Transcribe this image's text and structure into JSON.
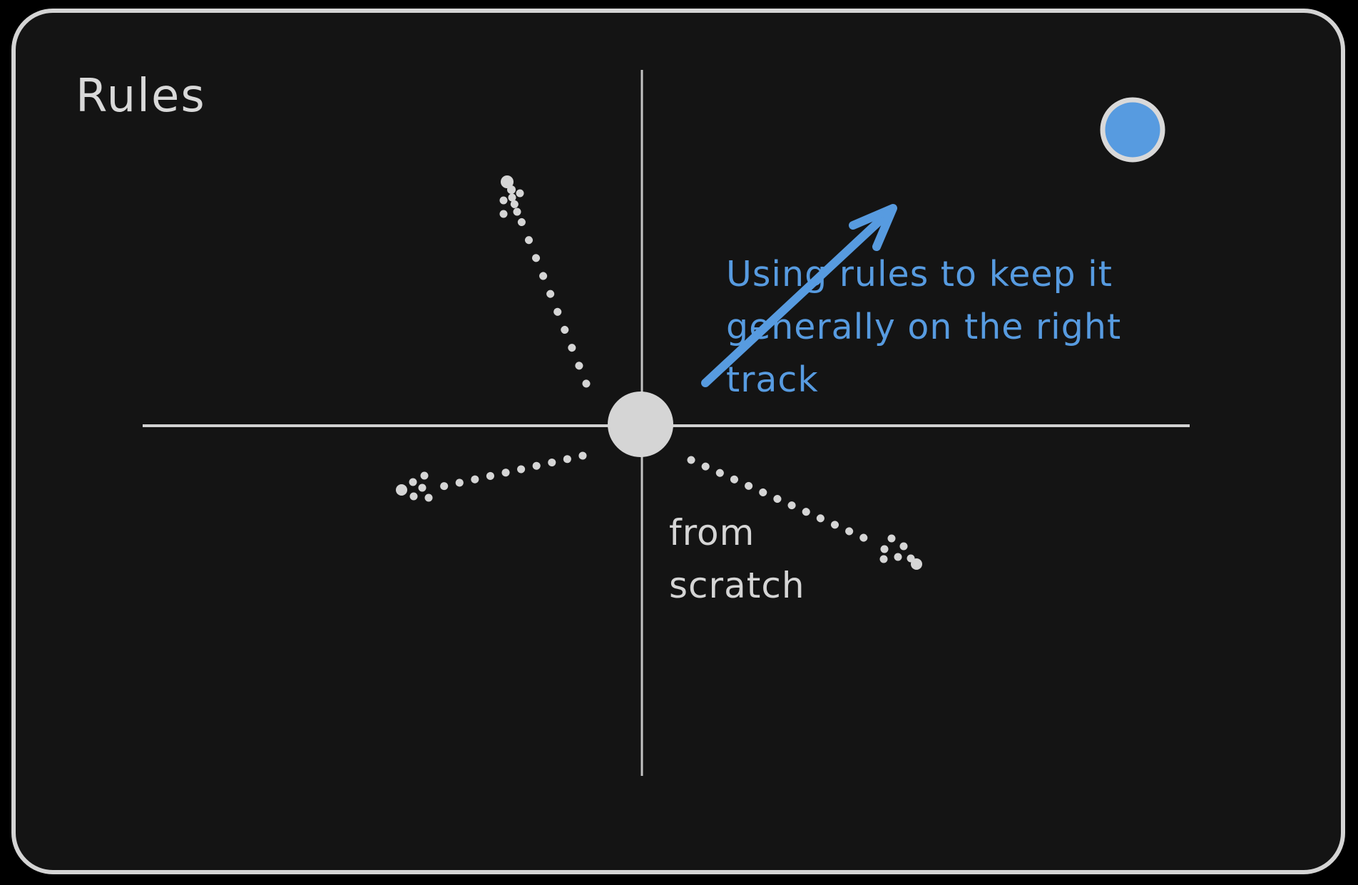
{
  "board": {
    "title": "Rules",
    "colors": {
      "page_background": "#000000",
      "card_background": "#141414",
      "frame": "#d4d4d4",
      "ink": "#d5d5d5",
      "axis": "#cccccc",
      "accent_blue": "#579be0",
      "goal_ring": "#d9d9d9"
    }
  },
  "labels": {
    "rules_annotation": "Using rules to keep it\ngenerally on the right\ntrack",
    "from_scratch": "from\nscratch"
  },
  "icons": {
    "goal_dot": "blue-filled-circle-with-light-ring",
    "origin_node": "large-gray-filled-circle",
    "rules_arrow": "blue-hand-drawn-arrow-up-right",
    "trajectories": "dotted-gray-paths-with-dotted-arrowheads"
  }
}
